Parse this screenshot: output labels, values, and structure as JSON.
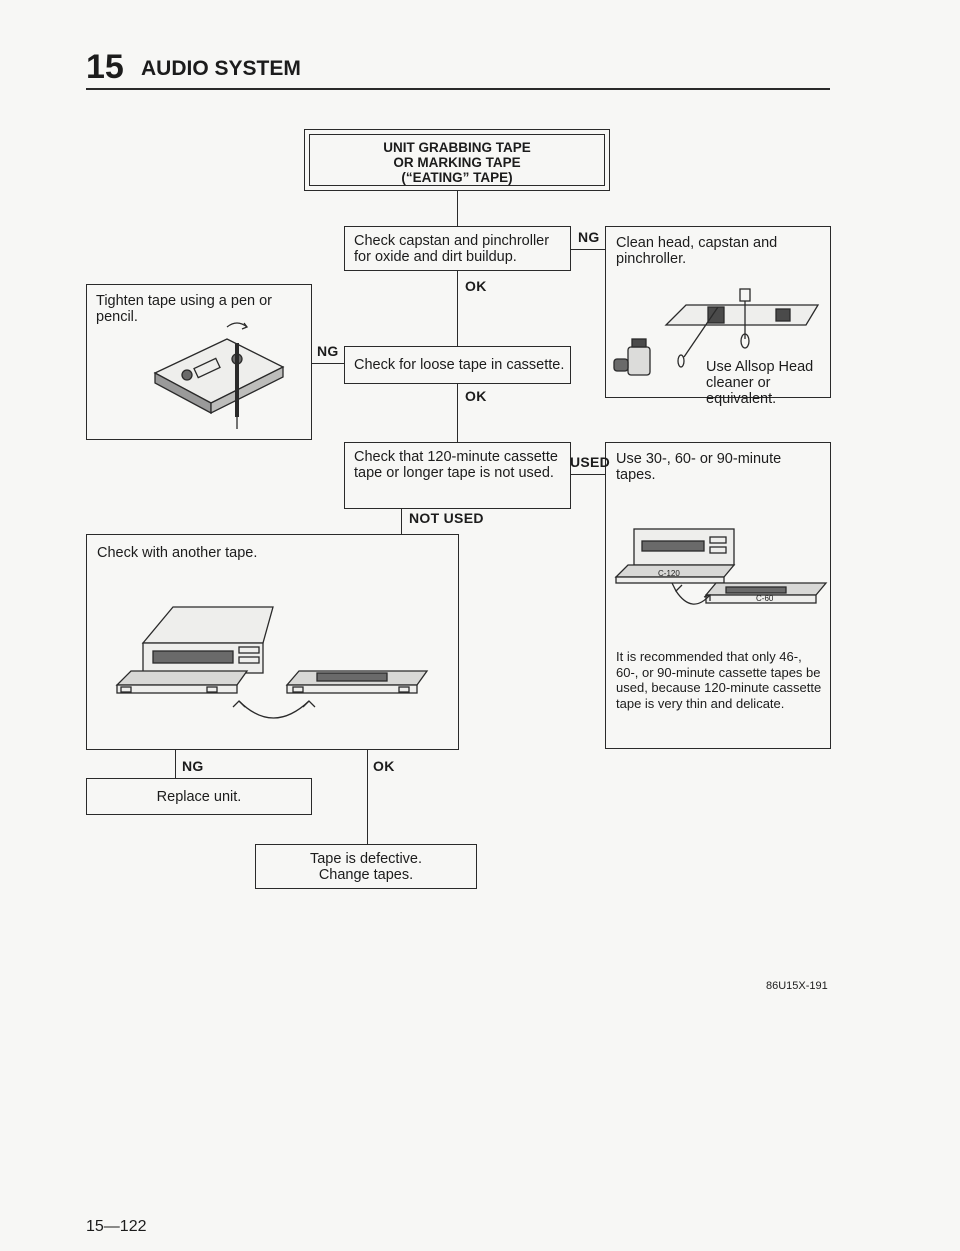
{
  "header": {
    "chapter_number": "15",
    "chapter_title": "AUDIO SYSTEM"
  },
  "start_box": {
    "line1": "UNIT GRABBING TAPE",
    "line2": "OR MARKING TAPE",
    "line3": "(“EATING” TAPE)"
  },
  "steps": {
    "check_capstan": "Check capstan and pinchroller for oxide and dirt buildup.",
    "check_loose": "Check for loose tape in cassette.",
    "check_120": "Check that 120-minute cassette tape or longer tape is not used.",
    "check_another": "Check with another tape.",
    "replace_unit": "Replace unit.",
    "tape_defective_line1": "Tape is defective.",
    "tape_defective_line2": "Change tapes."
  },
  "remedies": {
    "clean_head": "Clean head, capstan and pinchroller.",
    "allsop_line1": "Use Allsop Head",
    "allsop_line2": "cleaner or equivalent.",
    "tighten_tape": "Tighten tape using a pen or pencil.",
    "use_tapes": "Use 30-, 60- or 90-minute tapes.",
    "recommendation": "It is recommended that only 46-, 60-, or 90-minute cassette tapes be used, because 120-minute cassette tape is very thin and delicate."
  },
  "branch_labels": {
    "ok_1": "OK",
    "ok_2": "OK",
    "ok_3": "OK",
    "ng_1": "NG",
    "ng_2": "NG",
    "ng_3": "NG",
    "used": "USED",
    "not_used": "NOT USED"
  },
  "illustration_labels": {
    "cassette_120": "C-120",
    "cassette_60": "C-60"
  },
  "figure_code": "86U15X-191",
  "page_number": "15—122"
}
